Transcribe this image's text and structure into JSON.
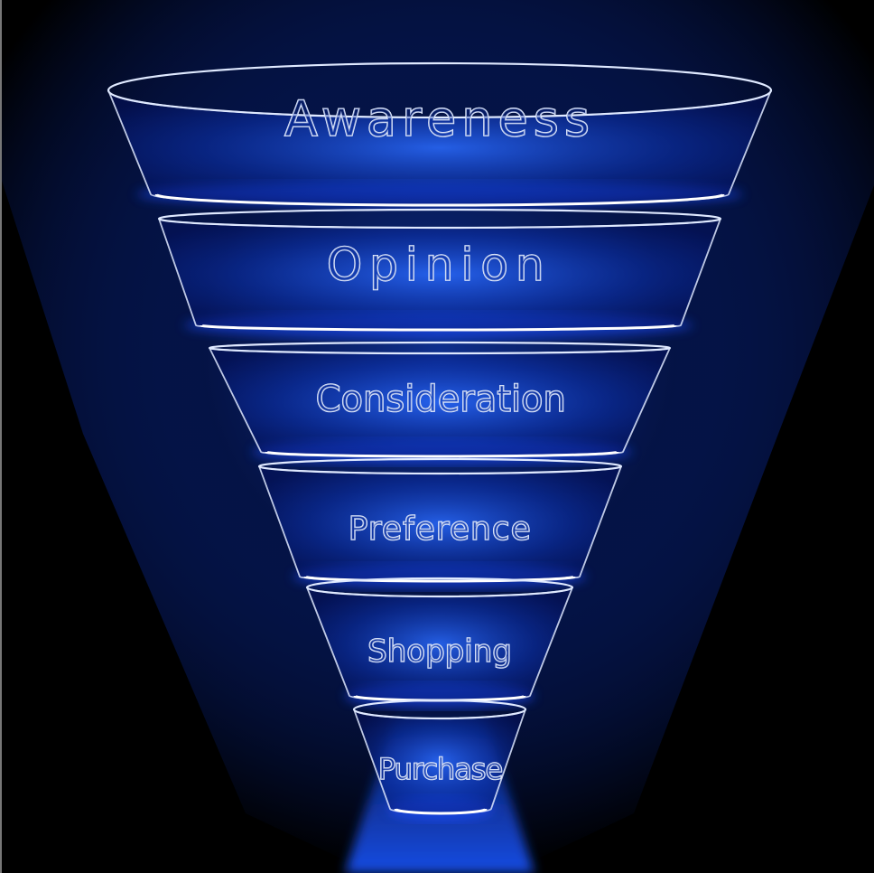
{
  "title": "Marketing funnel",
  "colors": {
    "glow": "#1a4dff",
    "rim": "#dfe9ff",
    "background": "#000000"
  },
  "stages": [
    {
      "label": "Awareness"
    },
    {
      "label": "Opinion"
    },
    {
      "label": "Consideration"
    },
    {
      "label": "Preference"
    },
    {
      "label": "Shopping"
    },
    {
      "label": "Purchase"
    }
  ]
}
